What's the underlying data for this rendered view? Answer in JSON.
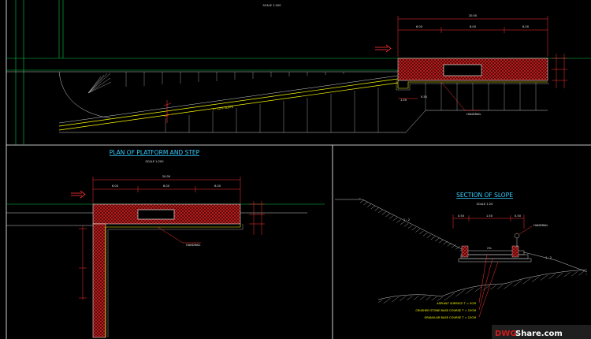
{
  "drawing": {
    "top_plan": {
      "scale_label": "SCALE 1:200",
      "dims_top_total": "20.00",
      "dims_top_parts": [
        "6.00",
        "8.00",
        "6.00"
      ],
      "slope_label": "1 : 12% SLOPE",
      "small_dims": [
        "1.50",
        "0.50"
      ],
      "handrail_label": "HANDRAIL"
    },
    "platform_plan": {
      "title": "PLAN OF PLATFORM AND STEP",
      "scale_label": "SCALE 1:200",
      "dims_total": "20.00",
      "dims_parts": [
        "6.00",
        "8.00",
        "6.00"
      ],
      "handrail_label": "HANDRAIL"
    },
    "section_slope": {
      "title": "SECTION OF SLOPE",
      "scale_label": "SCALE 1:20",
      "dims": [
        "0.50",
        "1.50",
        "0.50"
      ],
      "handrail_label": "HANDRAIL",
      "slope_note": "2%",
      "ratio_labels": [
        "1 : 2",
        "1 : 2"
      ],
      "layers": [
        "ASPHALT SURFACE  T = 5CM",
        "CRUSHED STONE BASE COURSE  T = 15CM",
        "GRANULAR BASE COURSE  T = 15CM"
      ]
    },
    "watermark": {
      "part1": "DWG",
      "part2": "Share.com"
    }
  },
  "colors": {
    "background": "#000000",
    "frame_lines": "#ffffff",
    "ground_lines": "#00cc44",
    "hatch": "#c21a1a",
    "slope_lines": "#ffff00",
    "annotation": "#ff3333",
    "titles": "#33ccff",
    "arrow": "#ff3333"
  }
}
